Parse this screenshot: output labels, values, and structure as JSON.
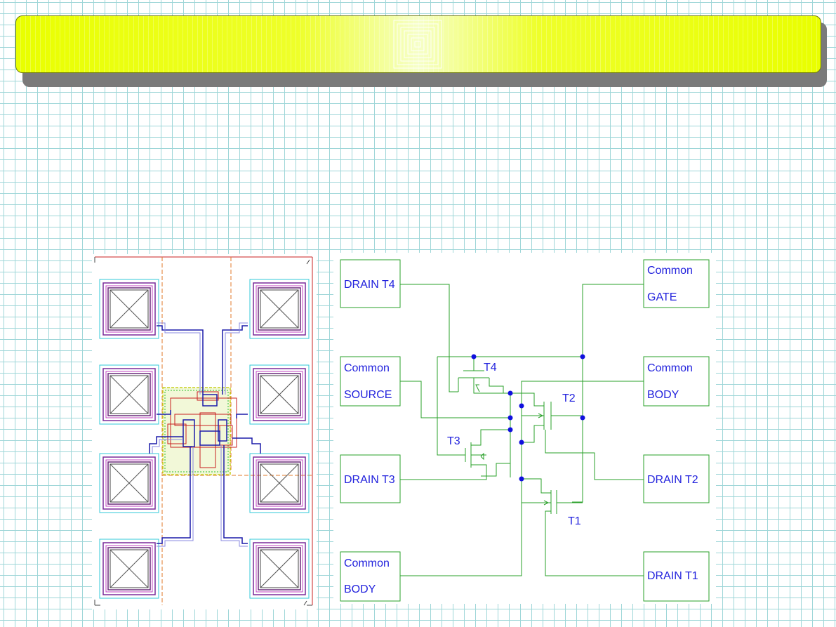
{
  "schematic": {
    "boxes": [
      {
        "id": "drain-t4",
        "line1": "DRAIN T4",
        "line2": ""
      },
      {
        "id": "common-gate",
        "line1": "Common",
        "line2": "GATE"
      },
      {
        "id": "common-source",
        "line1": "Common",
        "line2": "SOURCE"
      },
      {
        "id": "common-body-right",
        "line1": "Common",
        "line2": "BODY"
      },
      {
        "id": "drain-t3",
        "line1": "DRAIN T3",
        "line2": ""
      },
      {
        "id": "drain-t2",
        "line1": "DRAIN T2",
        "line2": ""
      },
      {
        "id": "common-body-left",
        "line1": "Common",
        "line2": "BODY"
      },
      {
        "id": "drain-t1",
        "line1": "DRAIN T1",
        "line2": ""
      }
    ],
    "transistors": {
      "t1": "T1",
      "t2": "T2",
      "t3": "T3",
      "t4": "T4"
    }
  },
  "colors": {
    "banner_yellow": "#eeff00",
    "grid": "#9ed6d8",
    "wire_green": "#2aa02a",
    "label_blue": "#2222dd",
    "junction_blue": "#1010dd"
  }
}
